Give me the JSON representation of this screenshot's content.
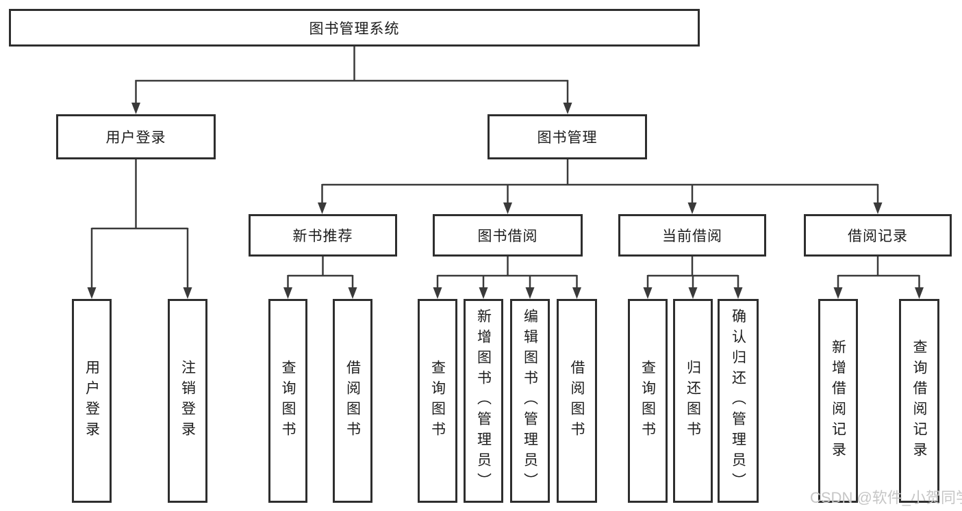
{
  "diagram": {
    "title": "图书管理系统",
    "root": {
      "label": "图书管理系统"
    },
    "level2": [
      {
        "label": "用户登录"
      },
      {
        "label": "图书管理"
      }
    ],
    "level3": [
      {
        "label": "新书推荐",
        "parent": "图书管理"
      },
      {
        "label": "图书借阅",
        "parent": "图书管理"
      },
      {
        "label": "当前借阅",
        "parent": "图书管理"
      },
      {
        "label": "借阅记录",
        "parent": "图书管理"
      }
    ],
    "leaves": [
      {
        "label": "用户登录",
        "parent": "用户登录"
      },
      {
        "label": "注销登录",
        "parent": "用户登录"
      },
      {
        "label": "查询图书",
        "parent": "新书推荐"
      },
      {
        "label": "借阅图书",
        "parent": "新书推荐"
      },
      {
        "label": "查询图书",
        "parent": "图书借阅"
      },
      {
        "label": "新增图书（管理员）",
        "parent": "图书借阅"
      },
      {
        "label": "编辑图书（管理员）",
        "parent": "图书借阅"
      },
      {
        "label": "借阅图书",
        "parent": "图书借阅"
      },
      {
        "label": "查询图书",
        "parent": "当前借阅"
      },
      {
        "label": "归还图书",
        "parent": "当前借阅"
      },
      {
        "label": "确认归还（管理员）",
        "parent": "当前借阅"
      },
      {
        "label": "新增借阅记录",
        "parent": "借阅记录"
      },
      {
        "label": "查询借阅记录",
        "parent": "借阅记录"
      }
    ]
  },
  "watermark": {
    "text": "CSDN @软件_小贺同学"
  },
  "colors": {
    "line": "#3a3a3a",
    "border": "#2e2e2e",
    "text": "#1c1c1c",
    "watermark": "#c6c6c6",
    "background": "#ffffff"
  }
}
